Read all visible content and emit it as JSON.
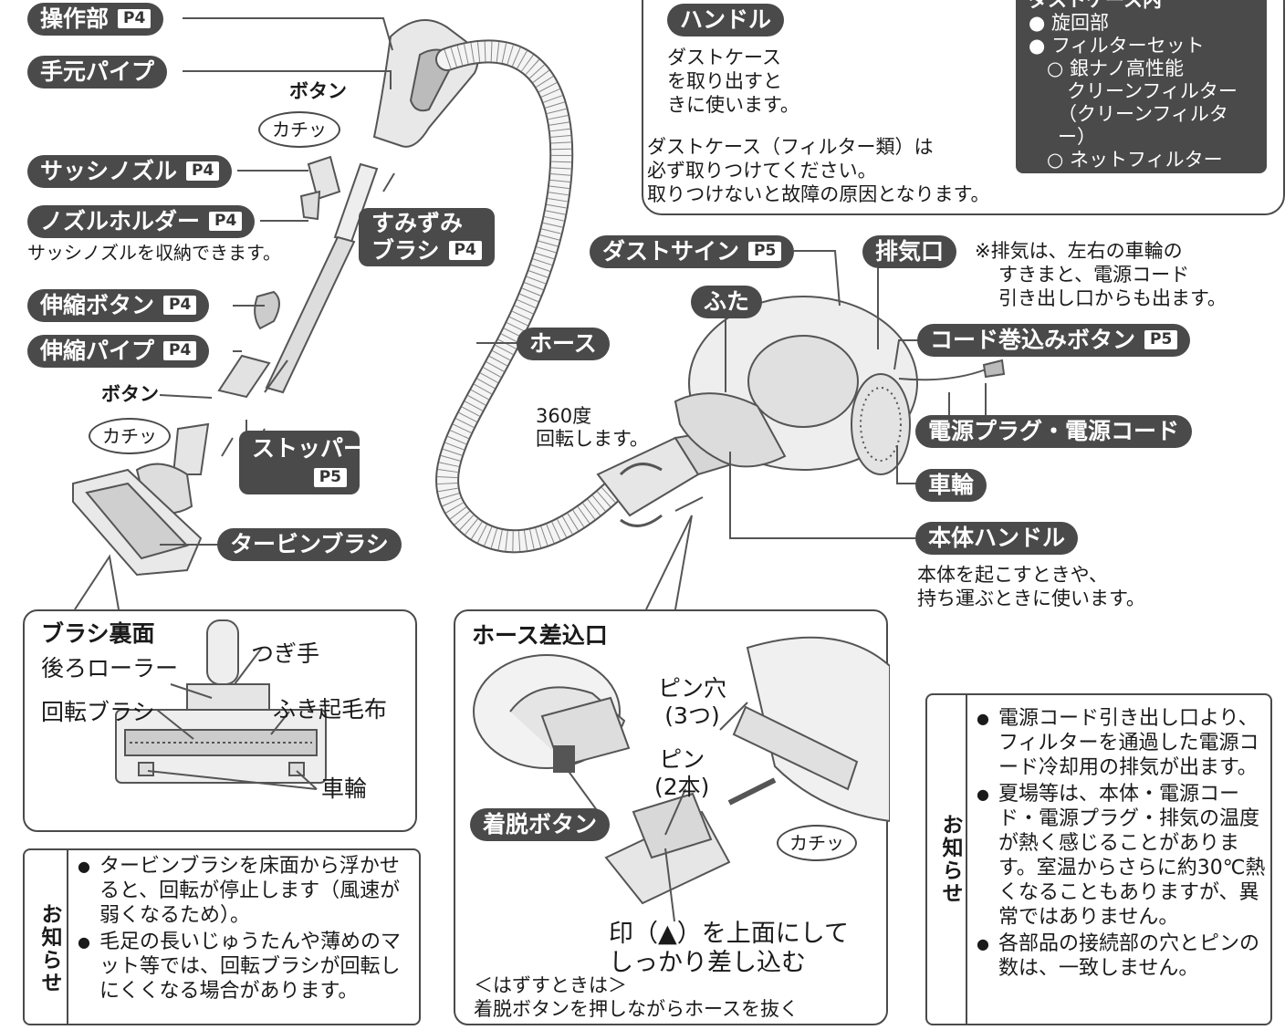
{
  "labels": {
    "sousabu": {
      "text": "操作部",
      "ref": "P4"
    },
    "temoto_pipe": {
      "text": "手元パイプ"
    },
    "sash_nozzle": {
      "text": "サッシノズル",
      "ref": "P4"
    },
    "nozzle_holder": {
      "text": "ノズルホルダー",
      "ref": "P4",
      "note": "サッシノズルを収納できます。"
    },
    "shinshuku_button": {
      "text": "伸縮ボタン",
      "ref": "P4"
    },
    "shinshuku_pipe": {
      "text": "伸縮パイプ",
      "ref": "P4"
    },
    "sumizumi_brush": {
      "line1": "すみずみ",
      "line2": "ブラシ",
      "ref": "P4"
    },
    "stopper": {
      "text": "ストッパー",
      "ref": "P5"
    },
    "turbine_brush": {
      "text": "タービンブラシ"
    },
    "hose": {
      "text": "ホース"
    },
    "handle": {
      "text": "ハンドル",
      "note_lines": [
        "ダストケース",
        "を取り出すと",
        "きに使います。"
      ]
    },
    "dust_sign": {
      "text": "ダストサイン",
      "ref": "P5"
    },
    "haikiguchi": {
      "text": "排気口"
    },
    "futa": {
      "text": "ふた"
    },
    "cord_button": {
      "text": "コード巻込みボタン",
      "ref": "P5"
    },
    "plug_cord": {
      "text": "電源プラグ・電源コード"
    },
    "sharin": {
      "text": "車輪"
    },
    "hontai_handle": {
      "text": "本体ハンドル",
      "note_lines": [
        "本体を起こすときや、",
        "持ち運ぶときに使います。"
      ]
    }
  },
  "texts": {
    "button_upper": "ボタン",
    "button_lower": "ボタン",
    "click": "カチッ",
    "rotate_lines": [
      "360度",
      "回転します。"
    ],
    "exhaust_lines": [
      "※排気は、左右の車輪の",
      "すきまと、電源コード",
      "引き出し口からも出ます。"
    ],
    "dustcase_lines": [
      "ダストケース（フィルター類）は",
      "必ず取りつけてください。",
      "取りつけないと故障の原因となります。"
    ]
  },
  "dust_parts": {
    "title": "ダストケース内",
    "items": [
      "旋回部",
      "フィルターセット"
    ],
    "subitems": [
      "銀ナノ高性能",
      "クリーンフィルター",
      "（クリーンフィルター）",
      "ネットフィルター"
    ]
  },
  "brush_back": {
    "title": "ブラシ裏面",
    "labels": [
      "後ろローラー",
      "つぎ手",
      "回転ブラシ",
      "ふき起毛布",
      "車輪"
    ]
  },
  "hose_inlet": {
    "title": "ホース差込口",
    "pin_hole": [
      "ピン穴",
      "(3つ)"
    ],
    "pin": [
      "ピン",
      "(2本)"
    ],
    "detach_button": "着脱ボタン",
    "instruction": [
      "印（▲）を上面にして",
      "しっかり差し込む"
    ],
    "remove_title": "＜はずすときは＞",
    "remove_text": "着脱ボタンを押しながらホースを抜く"
  },
  "notice_left": {
    "title": "お知らせ",
    "items": [
      "タービンブラシを床面から浮かせると、回転が停止します（風速が弱くなるため）。",
      "毛足の長いじゅうたんや薄めのマット等では、回転ブラシが回転しにくくなる場合があります。"
    ]
  },
  "notice_right": {
    "title": "お知らせ",
    "items": [
      "電源コード引き出し口より、フィルターを通過した電源コード冷却用の排気が出ます。",
      "夏場等は、本体・電源コード・電源プラグ・排気の温度が熱く感じることがあります。室温からさらに約30℃熱くなることもありますが、異常ではありません。",
      "各部品の接続部の穴とピンの数は、一致しません。"
    ]
  }
}
